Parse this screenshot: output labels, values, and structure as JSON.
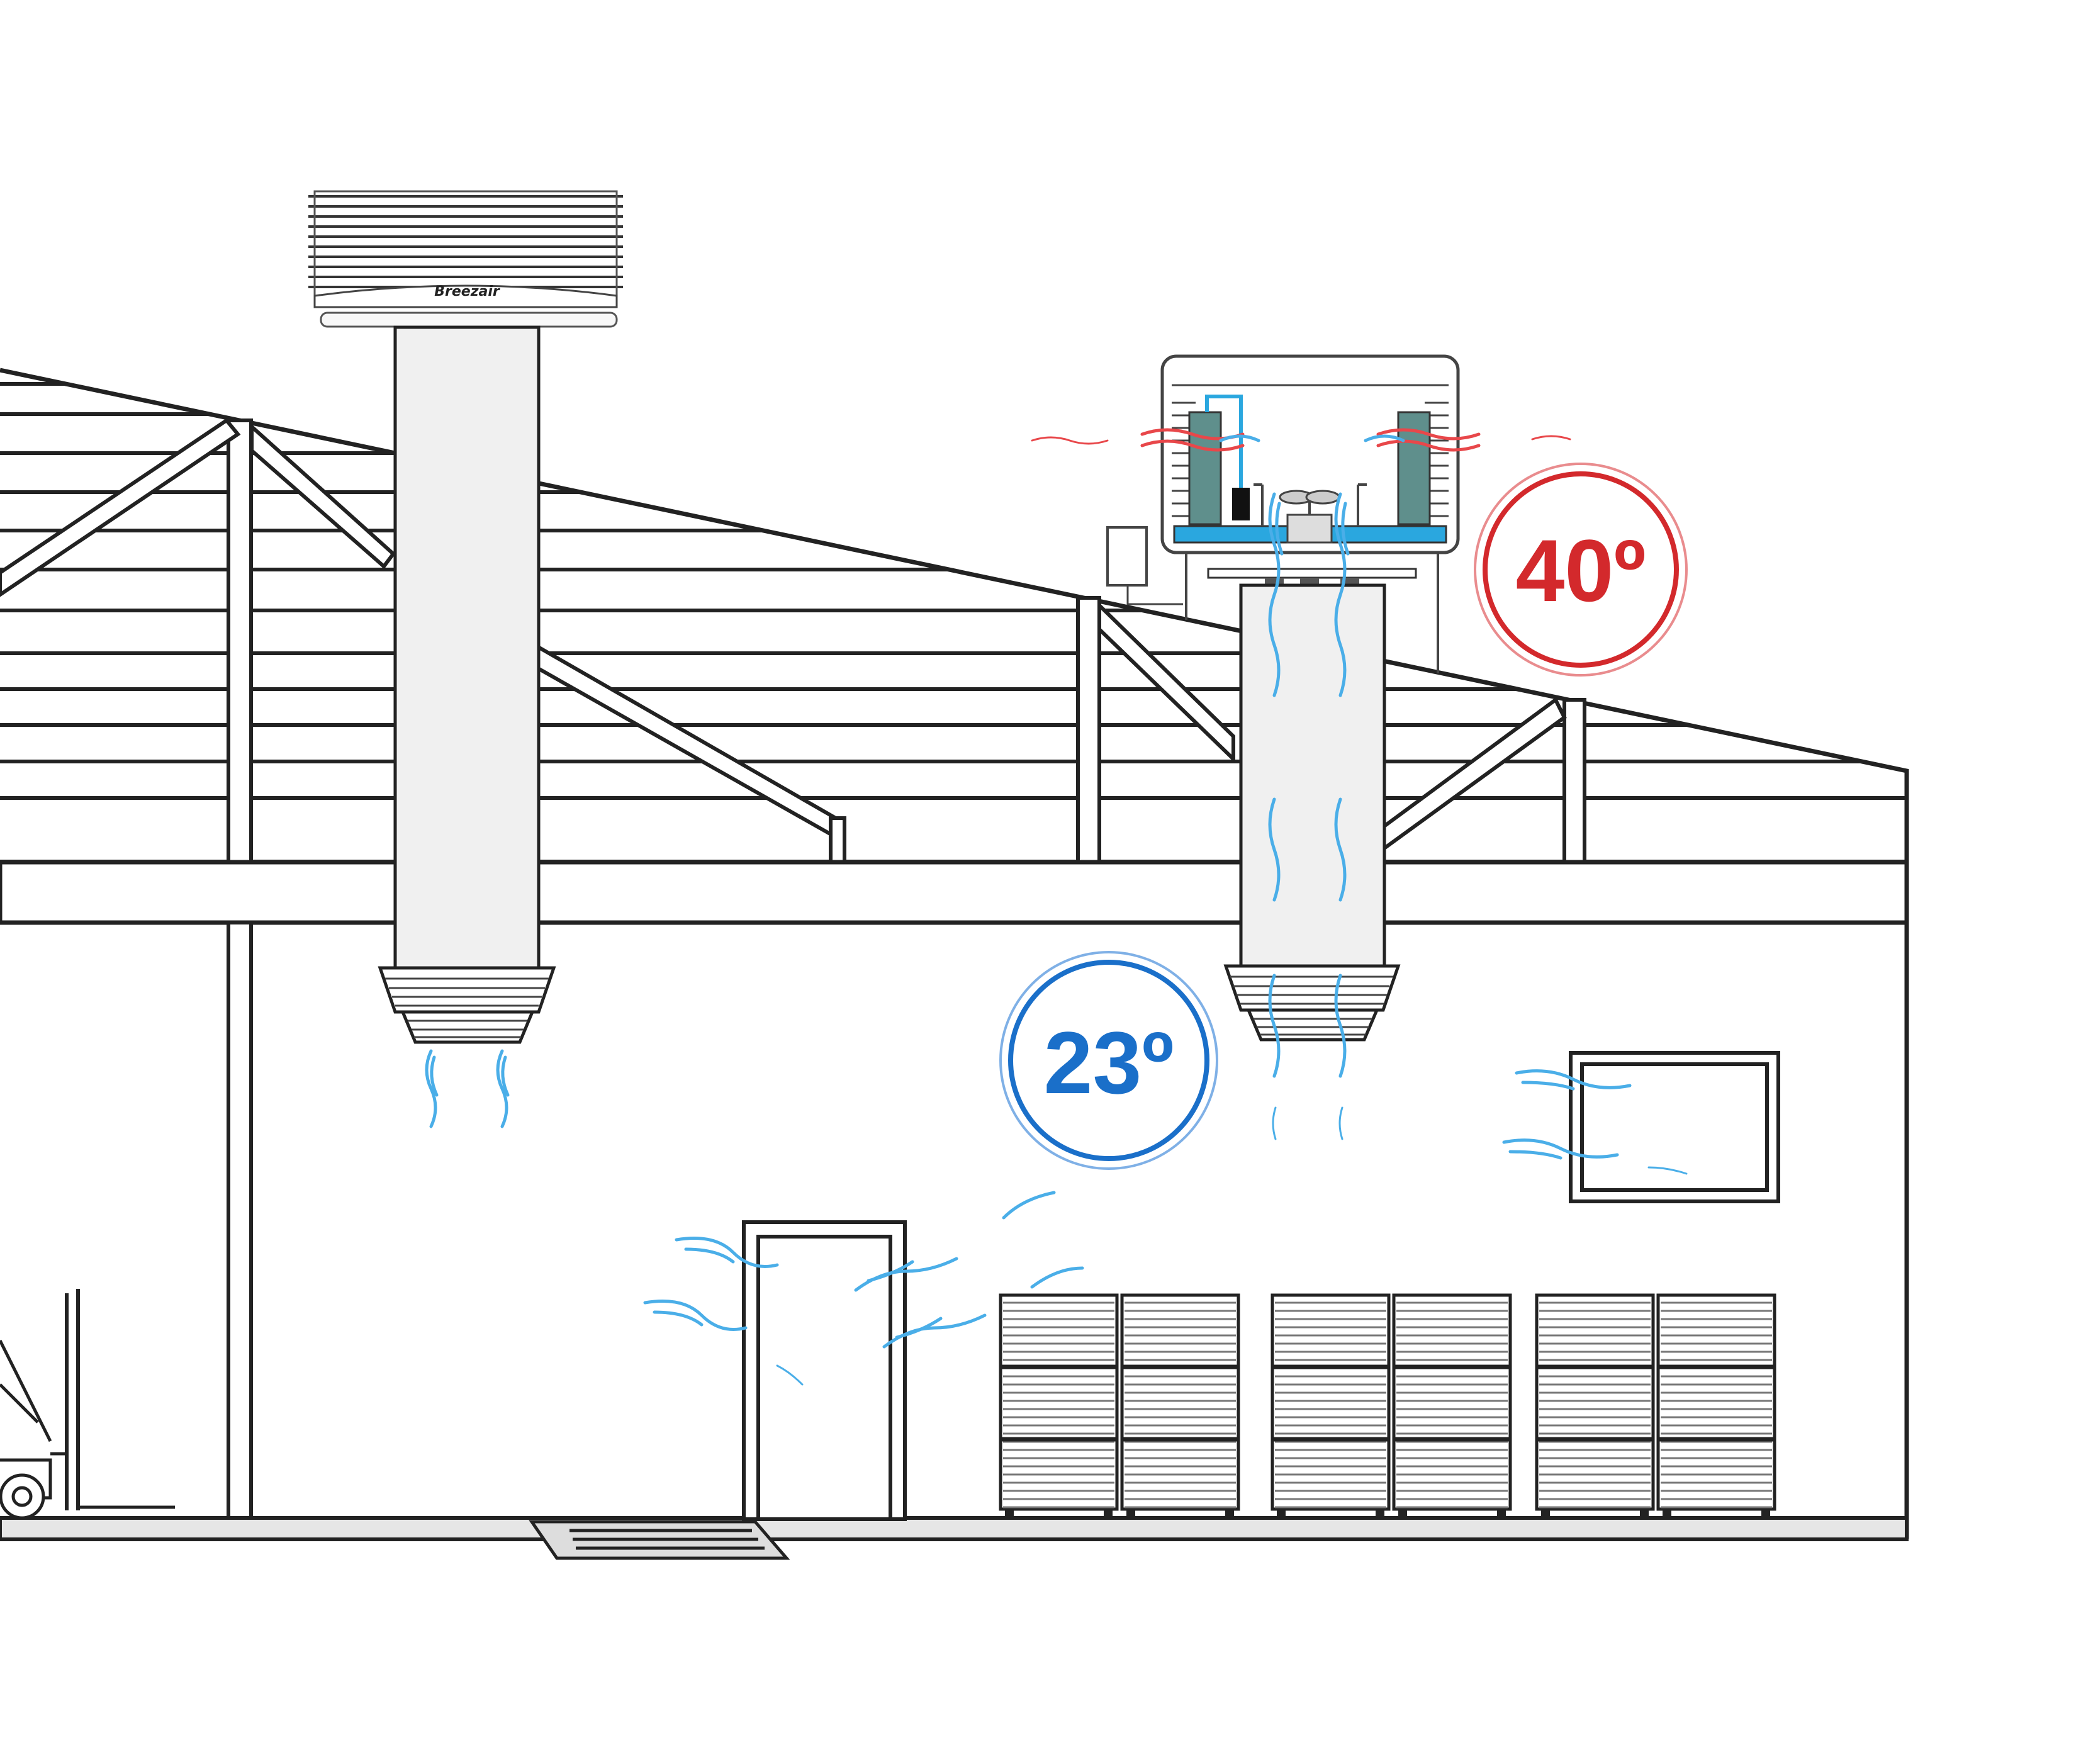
{
  "diagram": {
    "brand_logo": "Breezair",
    "outside_temperature": "40º",
    "inside_temperature": "23º"
  },
  "colors": {
    "line": "#222222",
    "duct_fill": "#f0f0f0",
    "cool_air": "#4aaee8",
    "warm_air": "#e8474a",
    "hot_badge": "#d3292c",
    "cool_badge": "#1a6fc9",
    "water": "#2aa7df",
    "pad": "#5f8f8c"
  },
  "icons": {
    "roof_cooler": "evaporative-cooler-icon",
    "forklift": "forklift-icon",
    "air_flow": "wavy-airflow-icon"
  }
}
